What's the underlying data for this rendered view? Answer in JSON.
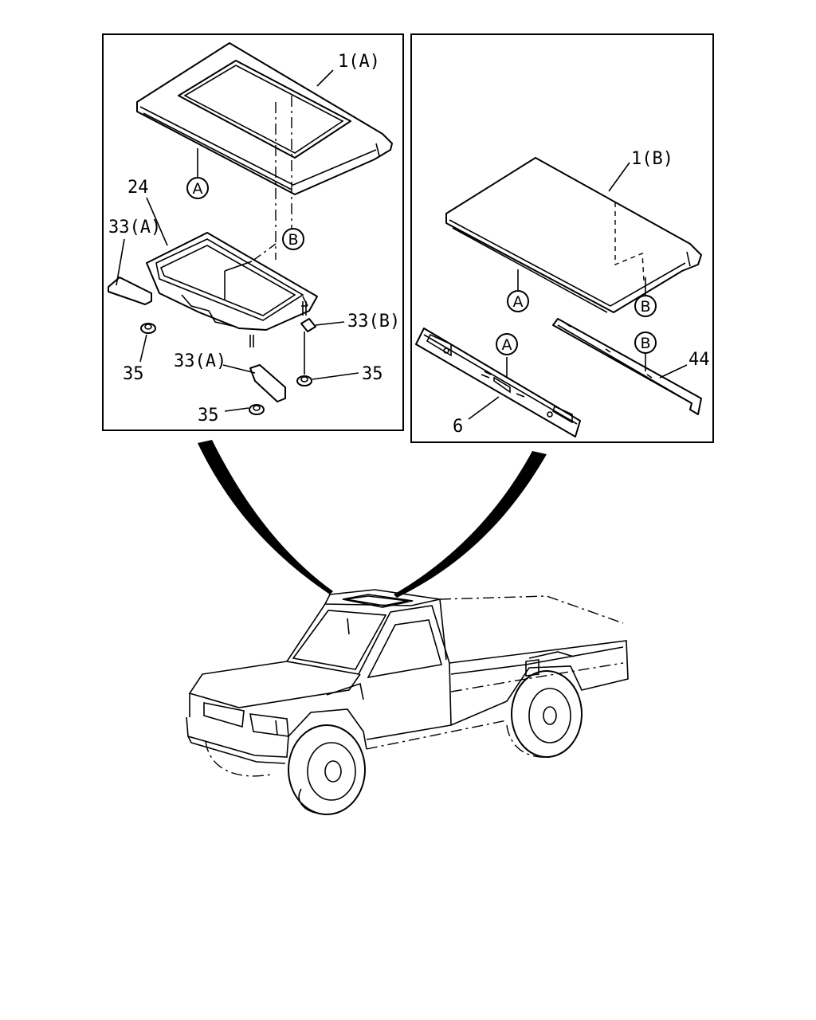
{
  "left_panel": {
    "labels": {
      "roof_a": "1(A)",
      "frame": "24",
      "bracket_a_left": "33(A)",
      "bracket_a_bottom": "33(A)",
      "bracket_b": "33(B)",
      "nut_left": "35",
      "nut_right": "35",
      "nut_bottom": "35"
    },
    "circle_refs": {
      "a": "A",
      "b": "B"
    }
  },
  "right_panel": {
    "labels": {
      "roof_b": "1(B)",
      "rail_front": "6",
      "rail_rear": "44"
    },
    "circle_refs": {
      "roof_a": "A",
      "roof_b": "B",
      "rail_a": "A",
      "rail_b": "B"
    }
  }
}
